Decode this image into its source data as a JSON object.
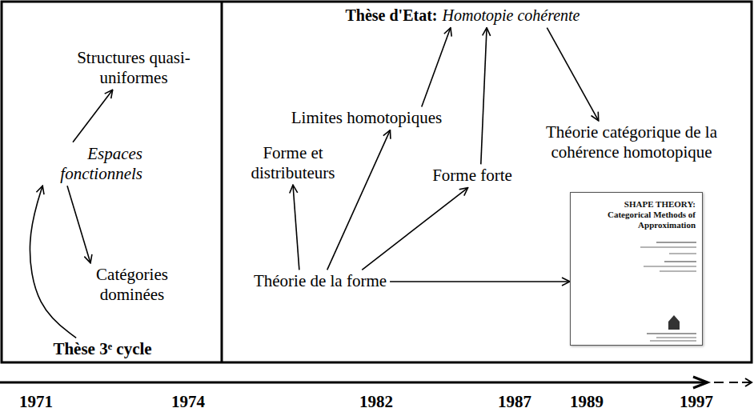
{
  "diagram": {
    "nodes": [
      {
        "text": [
          "Structures quasi- uniformes"
        ]
      },
      {
        "text": [
          "Espaces fonctionnels"
        ]
      },
      {
        "text": [
          "Catégories dominées"
        ]
      },
      {
        "text": [
          "Thèse 3ᵉ cycle"
        ]
      },
      {
        "text": [
          "Thèse d'Etat:",
          "Homotopie cohérente"
        ]
      },
      {
        "text": [
          "Limites homotopiques"
        ]
      },
      {
        "text": [
          "Forme et distributeurs"
        ]
      },
      {
        "text": [
          "Forme forte"
        ]
      },
      {
        "text": [
          "Théorie catégorique de la cohérence homotopique"
        ]
      },
      {
        "text": [
          "Théorie de la forme"
        ]
      },
      {
        "text": [
          "SHAPE THEORY: Categorical Methods of Approximation"
        ]
      }
    ],
    "edges": [
      {
        "from": 3,
        "to": 1,
        "arrow": "to"
      },
      {
        "from": 1,
        "to": 0,
        "arrow": "to"
      },
      {
        "from": 1,
        "to": 2,
        "arrow": "to"
      },
      {
        "from": 9,
        "to": 6,
        "arrow": "to"
      },
      {
        "from": 9,
        "to": 5,
        "arrow": "to"
      },
      {
        "from": 9,
        "to": 7,
        "arrow": "to"
      },
      {
        "from": 9,
        "to": 10,
        "arrow": "to"
      },
      {
        "from": 5,
        "to": 4,
        "arrow": "to"
      },
      {
        "from": 7,
        "to": 4,
        "arrow": "to"
      },
      {
        "from": 4,
        "to": 8,
        "arrow": "to"
      }
    ],
    "labels": [
      "1971",
      "1974",
      "1982",
      "1987",
      "1989",
      "1997"
    ]
  }
}
